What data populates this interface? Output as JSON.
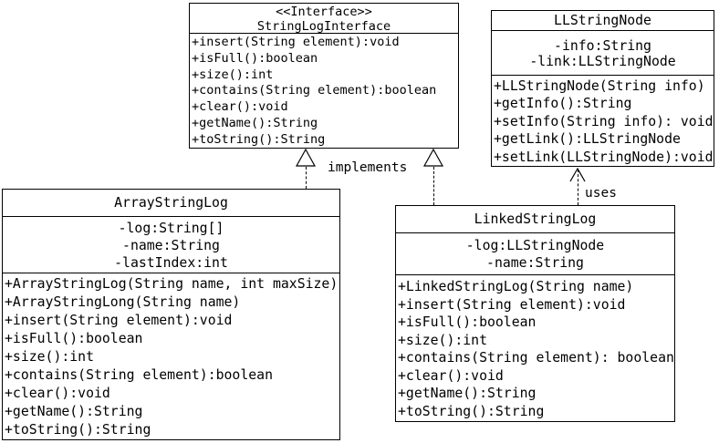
{
  "diagram": {
    "classes": {
      "string_log_interface": {
        "stereotype": "<<Interface>>",
        "name": "StringLogInterface",
        "attributes": [],
        "methods": [
          "+insert(String element):void",
          "+isFull():boolean",
          "+size():int",
          "+contains(String element):boolean",
          "+clear():void",
          "+getName():String",
          "+toString():String"
        ]
      },
      "ll_string_node": {
        "name": "LLStringNode",
        "attributes": [
          "-info:String",
          "-link:LLStringNode"
        ],
        "methods": [
          "+LLStringNode(String info)",
          "+getInfo():String",
          "+setInfo(String info): void",
          "+getLink():LLStringNode",
          "+setLink(LLStringNode):void"
        ]
      },
      "array_string_log": {
        "name": "ArrayStringLog",
        "attributes": [
          "-log:String[]",
          "-name:String",
          "-lastIndex:int"
        ],
        "methods": [
          "+ArrayStringLog(String name, int maxSize)",
          "+ArrayStringLong(String name)",
          "+insert(String element):void",
          "+isFull():boolean",
          "+size():int",
          "+contains(String element):boolean",
          "+clear():void",
          "+getName():String",
          "+toString():String"
        ]
      },
      "linked_string_log": {
        "name": "LinkedStringLog",
        "attributes": [
          "-log:LLStringNode",
          "-name:String"
        ],
        "methods": [
          "+LinkedStringLog(String name)",
          "+insert(String element):void",
          "+isFull():boolean",
          "+size():int",
          "+contains(String element): boolean",
          "+clear():void",
          "+getName():String",
          "+toString():String"
        ]
      }
    },
    "relationships": {
      "implements_label": "implements",
      "uses_label": "uses"
    },
    "colors": {
      "line": "#000000",
      "background": "#ffffff",
      "text": "#000000"
    }
  }
}
